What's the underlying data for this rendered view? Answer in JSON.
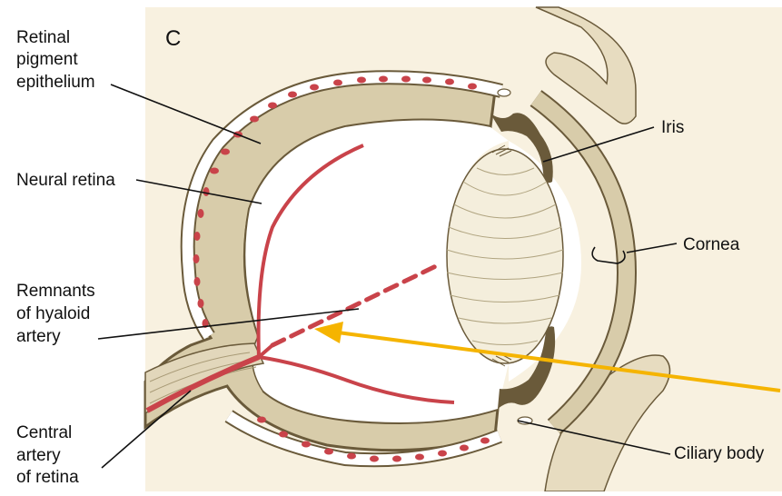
{
  "panel_letter": "C",
  "labels": {
    "rpe": [
      "Retinal",
      "pigment",
      "epithelium"
    ],
    "neural_retina": "Neural retina",
    "remnants": [
      "Remnants",
      "of hyaloid",
      "artery"
    ],
    "central_artery": [
      "Central",
      "artery",
      "of retina"
    ],
    "iris": "Iris",
    "cornea": "Cornea",
    "ciliary_body": "Ciliary body"
  },
  "colors": {
    "background": "#f8f1e0",
    "retina_tan": "#d8ccaa",
    "outline": "#6a5a3a",
    "vessel_red": "#c9434a",
    "pointer_arrow": "#f5b400"
  }
}
